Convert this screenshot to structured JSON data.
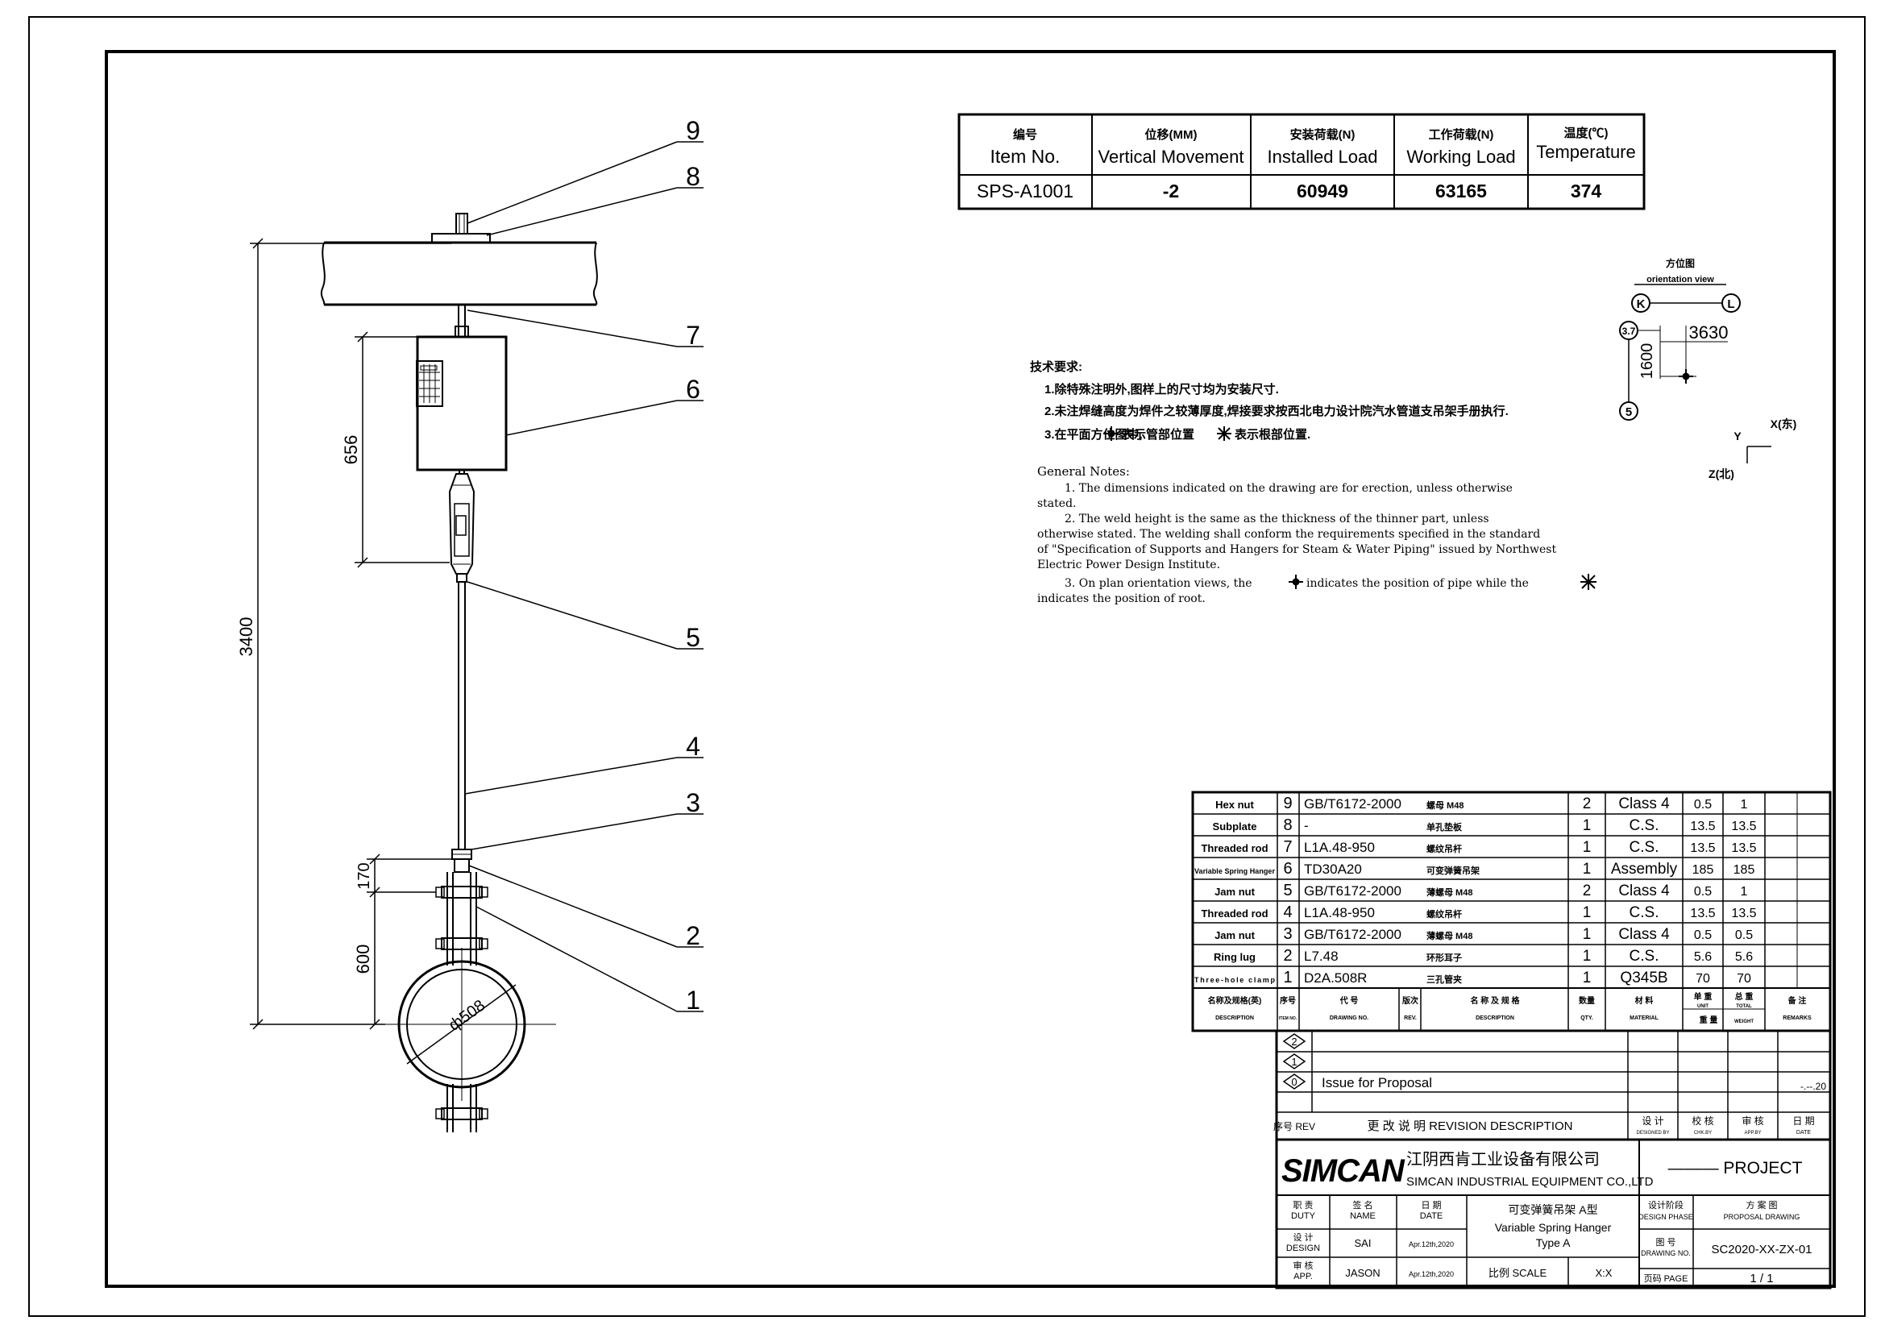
{
  "specs_table": {
    "headers": [
      {
        "cn": "编号",
        "en": "Item No."
      },
      {
        "cn": "位移(MM)",
        "en": "Vertical Movement"
      },
      {
        "cn": "安装荷载(N)",
        "en": "Installed Load"
      },
      {
        "cn": "工作荷载(N)",
        "en": "Working Load"
      },
      {
        "cn": "温度(℃)",
        "en": "Temperature"
      }
    ],
    "row": [
      "SPS-A1001",
      "-2",
      "60949",
      "63165",
      "374"
    ]
  },
  "drawing": {
    "callouts": [
      "1",
      "2",
      "3",
      "4",
      "5",
      "6",
      "7",
      "8",
      "9"
    ],
    "dims": {
      "total": "3400",
      "spring": "656",
      "lug": "170",
      "clamp": "600",
      "pipe": "ф508"
    }
  },
  "orientation": {
    "title_cn": "方位图",
    "title_en": "orientation view",
    "grid": [
      "K",
      "L",
      "3.7",
      "5"
    ],
    "dims": [
      "3630",
      "1600"
    ],
    "axes": [
      "Y",
      "X(东)",
      "Z(北)"
    ]
  },
  "notes_cn": {
    "title": "技术要求:",
    "items": [
      "1.除特殊注明外,图样上的尺寸均为安装尺寸.",
      "2.未注焊缝高度为焊件之较薄厚度,焊接要求按西北电力设计院汽水管道支吊架手册执行.",
      "3.在平面方位图中,",
      "表示管部位置",
      "表示根部位置."
    ]
  },
  "notes_en": {
    "title": "General Notes:",
    "lines": [
      "1. The dimensions indicated on the drawing are for erection, unless otherwise",
      "stated.",
      "2. The weld height is the same as the thickness of the thinner part, unless",
      "otherwise stated. The welding shall conform the requirements specified in the standard",
      "of \"Specification of Supports and Hangers for Steam & Water Piping\" issued by Northwest",
      "Electric Power Design Institute.",
      "3. On plan orientation views, the",
      "indicates the position of pipe while the",
      "indicates the position of root."
    ]
  },
  "bom": {
    "rows": [
      [
        "Hex nut",
        "9",
        "GB/T6172-2000",
        "螺母 M48",
        "2",
        "Class 4",
        "0.5",
        "1"
      ],
      [
        "Subplate",
        "8",
        "-",
        "单孔垫板",
        "1",
        "C.S.",
        "13.5",
        "13.5"
      ],
      [
        "Threaded rod",
        "7",
        "L1A.48-950",
        "螺纹吊杆",
        "1",
        "C.S.",
        "13.5",
        "13.5"
      ],
      [
        "Variable Spring Hanger",
        "6",
        "TD30A20",
        "可变弹簧吊架",
        "1",
        "Assembly",
        "185",
        "185"
      ],
      [
        "Jam nut",
        "5",
        "GB/T6172-2000",
        "薄螺母 M48",
        "2",
        "Class 4",
        "0.5",
        "1"
      ],
      [
        "Threaded rod",
        "4",
        "L1A.48-950",
        "螺纹吊杆",
        "1",
        "C.S.",
        "13.5",
        "13.5"
      ],
      [
        "Jam nut",
        "3",
        "GB/T6172-2000",
        "薄螺母 M48",
        "1",
        "Class 4",
        "0.5",
        "0.5"
      ],
      [
        "Ring lug",
        "2",
        "L7.48",
        "环形耳子",
        "1",
        "C.S.",
        "5.6",
        "5.6"
      ],
      [
        "Three-hole clamp",
        "1",
        "D2A.508R",
        "三孔管夹",
        "1",
        "Q345B",
        "70",
        "70"
      ]
    ],
    "header": {
      "desc": "名称及规格(英)",
      "desc_en": "DESCRIPTION",
      "no": "序号",
      "no_en": "ITEM NO.",
      "code": "代 号",
      "code_en": "DRAWING NO.",
      "rev": "版次",
      "rev_en": "REV.",
      "name": "名 称 及 规 格",
      "name_en": "DESCRIPTION",
      "qty": "数量",
      "qty_en": "QTY.",
      "mat": "材 料",
      "mat_en": "MATERIAL",
      "unit": "单 重",
      "unit_en": "UNIT",
      "total": "总 重",
      "total_en": "TOTAL",
      "weight": "重 量",
      "weight_en": "WEIGHT",
      "remarks": "备 注",
      "remarks_en": "REMARKS"
    }
  },
  "revisions": {
    "rows": [
      {
        "rev": "2",
        "desc": "",
        "date": ""
      },
      {
        "rev": "1",
        "desc": "",
        "date": ""
      },
      {
        "rev": "0",
        "desc": "Issue for Proposal",
        "date": "-.--.20"
      }
    ],
    "header": {
      "rev": "序号 REV",
      "desc": "更 改 说 明 REVISION DESCRIPTION",
      "designed": "设 计",
      "designed_en": "DESIGNED BY",
      "checked": "校 核",
      "checked_en": "CHK.BY",
      "approved": "审 核",
      "approved_en": "APP.BY",
      "date": "日 期",
      "date_en": "DATE"
    }
  },
  "title_block": {
    "logo": "SIMCAN",
    "company_cn": "江阴西肯工业设备有限公司",
    "company_en": "SIMCAN INDUSTRIAL EQUIPMENT CO.,LTD",
    "project": "——— PROJECT",
    "duty": "职 责",
    "duty_en": "DUTY",
    "name": "签 名",
    "name_en": "NAME",
    "date": "日 期",
    "date_en": "DATE",
    "design": "设 计",
    "design_en": "DESIGN",
    "design_name": "SAI",
    "design_date": "Apr.12th,2020",
    "app": "审 核",
    "app_en": "APP.",
    "app_name": "JASON",
    "app_date": "Apr.12th,2020",
    "title_cn": "可变弹簧吊架 A型",
    "title_en1": "Variable Spring Hanger",
    "title_en2": "Type A",
    "scale_label": "比例 SCALE",
    "scale": "X:X",
    "phase_label": "设计阶段",
    "phase_label_en": "DESIGN PHASE",
    "phase_cn": "方 案 图",
    "phase_en": "PROPOSAL DRAWING",
    "drawing_label": "图 号",
    "drawing_label_en": "DRAWING NO.",
    "drawing_no": "SC2020-XX-ZX-01",
    "page_label": "页码 PAGE",
    "page": "1 / 1"
  }
}
